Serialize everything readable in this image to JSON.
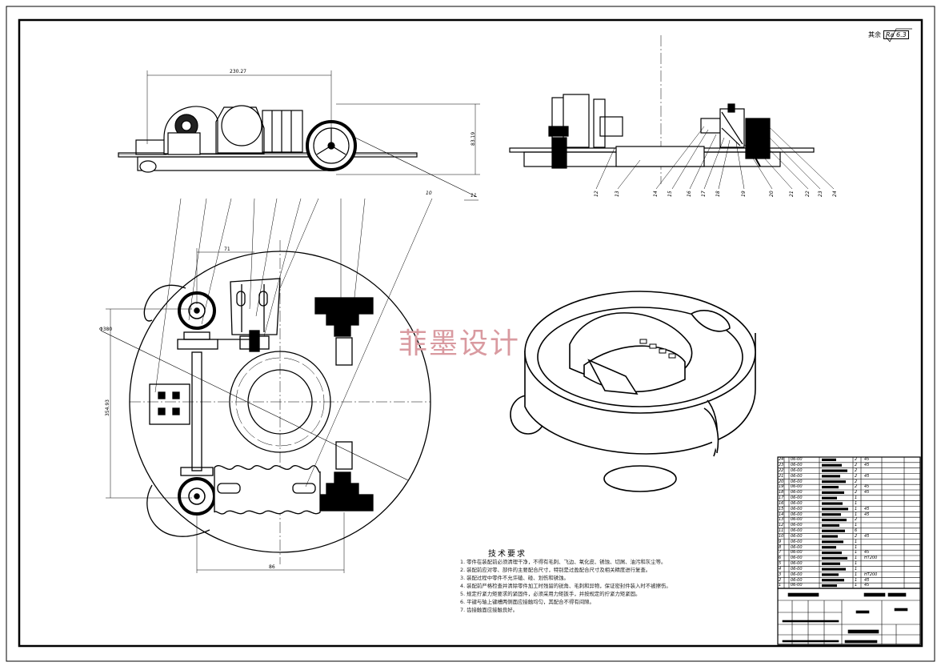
{
  "drawing": {
    "roughness_label": "其余",
    "roughness_value": "Ra 6.3",
    "watermark": "菲墨设计",
    "tech_title": "技术要求",
    "tech_notes": [
      "1. 零件在装配前必须清理干净，不得有毛刺、飞边、氧化皮、锈蚀、切屑、油污和灰尘等。",
      "2. 装配前应对零、部件的主要配合尺寸，特别是过盈配合尺寸及相关精度进行复查。",
      "3. 装配过程中零件不允许磕、碰、划伤和锈蚀。",
      "4. 装配前严格检查并清除零件加工时残留的锐角、毛刺和异物，保证密封件装入时不被擦伤。",
      "5. 规定拧紧力矩要求的紧固件，必须采用力矩扳手，并按规定的拧紧力矩紧固。",
      "6. 平键与轴上键槽两侧面应接触均匀，其配合不得有间隙。",
      "7. 齿接触面应接触良好。"
    ],
    "dims": {
      "top_width": "230.27",
      "top_height": "83.19",
      "plan_height": "354.93",
      "plan_width": "86",
      "plan_top": "71",
      "plan_small": "Φ380"
    },
    "callouts_section": [
      "12",
      "13",
      "14",
      "15",
      "16",
      "17",
      "18",
      "19",
      "20",
      "21",
      "22",
      "23",
      "24"
    ],
    "callout_side": "11",
    "callout_mid": "10",
    "bom_rows": [
      {
        "no": "24",
        "code": "06-00",
        "qty": "2",
        "mat": "45"
      },
      {
        "no": "23",
        "code": "06-00",
        "qty": "2",
        "mat": "45"
      },
      {
        "no": "22",
        "code": "06-00",
        "qty": "2",
        "mat": ""
      },
      {
        "no": "21",
        "code": "06-00",
        "qty": "2",
        "mat": "45"
      },
      {
        "no": "20",
        "code": "06-00",
        "qty": "2",
        "mat": ""
      },
      {
        "no": "19",
        "code": "06-00",
        "qty": "2",
        "mat": "45"
      },
      {
        "no": "18",
        "code": "06-00",
        "qty": "2",
        "mat": "45"
      },
      {
        "no": "17",
        "code": "06-00",
        "qty": "1",
        "mat": ""
      },
      {
        "no": "16",
        "code": "06-00",
        "qty": "1",
        "mat": ""
      },
      {
        "no": "15",
        "code": "06-00",
        "qty": "1",
        "mat": "45"
      },
      {
        "no": "14",
        "code": "06-00",
        "qty": "1",
        "mat": "45"
      },
      {
        "no": "13",
        "code": "06-00",
        "qty": "2",
        "mat": ""
      },
      {
        "no": "12",
        "code": "06-00",
        "qty": "1",
        "mat": ""
      },
      {
        "no": "11",
        "code": "06-00",
        "qty": "6",
        "mat": ""
      },
      {
        "no": "10",
        "code": "06-00",
        "qty": "2",
        "mat": "45"
      },
      {
        "no": "9",
        "code": "06-00",
        "qty": "1",
        "mat": ""
      },
      {
        "no": "8",
        "code": "06-00",
        "qty": "1",
        "mat": ""
      },
      {
        "no": "7",
        "code": "06-00",
        "qty": "1",
        "mat": "45"
      },
      {
        "no": "6",
        "code": "06-00",
        "qty": "1",
        "mat": "HT200"
      },
      {
        "no": "5",
        "code": "06-00",
        "qty": "1",
        "mat": ""
      },
      {
        "no": "4",
        "code": "06-00",
        "qty": "1",
        "mat": ""
      },
      {
        "no": "3",
        "code": "06-00",
        "qty": "1",
        "mat": "HT200"
      },
      {
        "no": "2",
        "code": "06-00",
        "qty": "1",
        "mat": "45"
      },
      {
        "no": "1",
        "code": "06-00",
        "qty": "1",
        "mat": "45"
      }
    ]
  },
  "colors": {
    "line": "#000000",
    "watermark": "#d99aa0",
    "bg": "#ffffff"
  }
}
